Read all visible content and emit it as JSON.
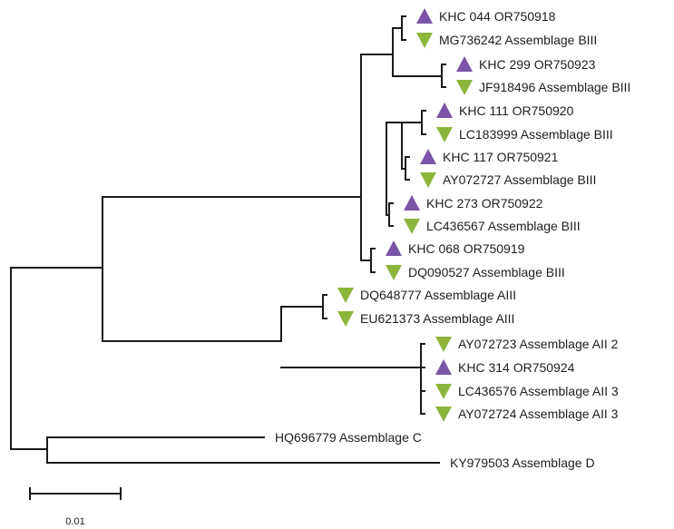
{
  "colors": {
    "branch": "#1a1a1a",
    "marker_up": "#7a55a6",
    "marker_down": "#8db53c"
  },
  "legend_marker_types": {
    "up": "purple-up-triangle",
    "down": "green-down-triangle"
  },
  "tree": {
    "type": "phylogenetic-tree",
    "scale_bar": {
      "label": "0.01",
      "length": 0.01
    },
    "leaves": [
      {
        "name": "KHC 044 OR750918",
        "marker": "up"
      },
      {
        "name": "MG736242 Assemblage BIII",
        "marker": "down"
      },
      {
        "name": "KHC 299 OR750923",
        "marker": "up"
      },
      {
        "name": "JF918496 Assemblage BIII",
        "marker": "down"
      },
      {
        "name": "KHC 111 OR750920",
        "marker": "up"
      },
      {
        "name": "LC183999 Assemblage BIII",
        "marker": "down"
      },
      {
        "name": "KHC 117 OR750921",
        "marker": "up"
      },
      {
        "name": "AY072727 Assemblage BIII",
        "marker": "down"
      },
      {
        "name": "KHC 273 OR750922",
        "marker": "up"
      },
      {
        "name": "LC436567 Assemblage BIII",
        "marker": "down"
      },
      {
        "name": "KHC 068 OR750919",
        "marker": "up"
      },
      {
        "name": "DQ090527 Assemblage BIII",
        "marker": "down"
      },
      {
        "name": "DQ648777 Assemblage AIII",
        "marker": "down"
      },
      {
        "name": "EU621373 Assemblage AIII",
        "marker": "down"
      },
      {
        "name": "AY072723 Assemblage AII 2",
        "marker": "down"
      },
      {
        "name": "KHC 314 OR750924",
        "marker": "up"
      },
      {
        "name": "LC436576 Assemblage AII 3",
        "marker": "down"
      },
      {
        "name": "AY072724 Assemblage AII 3",
        "marker": "down"
      },
      {
        "name": "HQ696779 Assemblage C",
        "marker": "none"
      },
      {
        "name": "KY979503 Assemblage D",
        "marker": "none"
      }
    ]
  }
}
